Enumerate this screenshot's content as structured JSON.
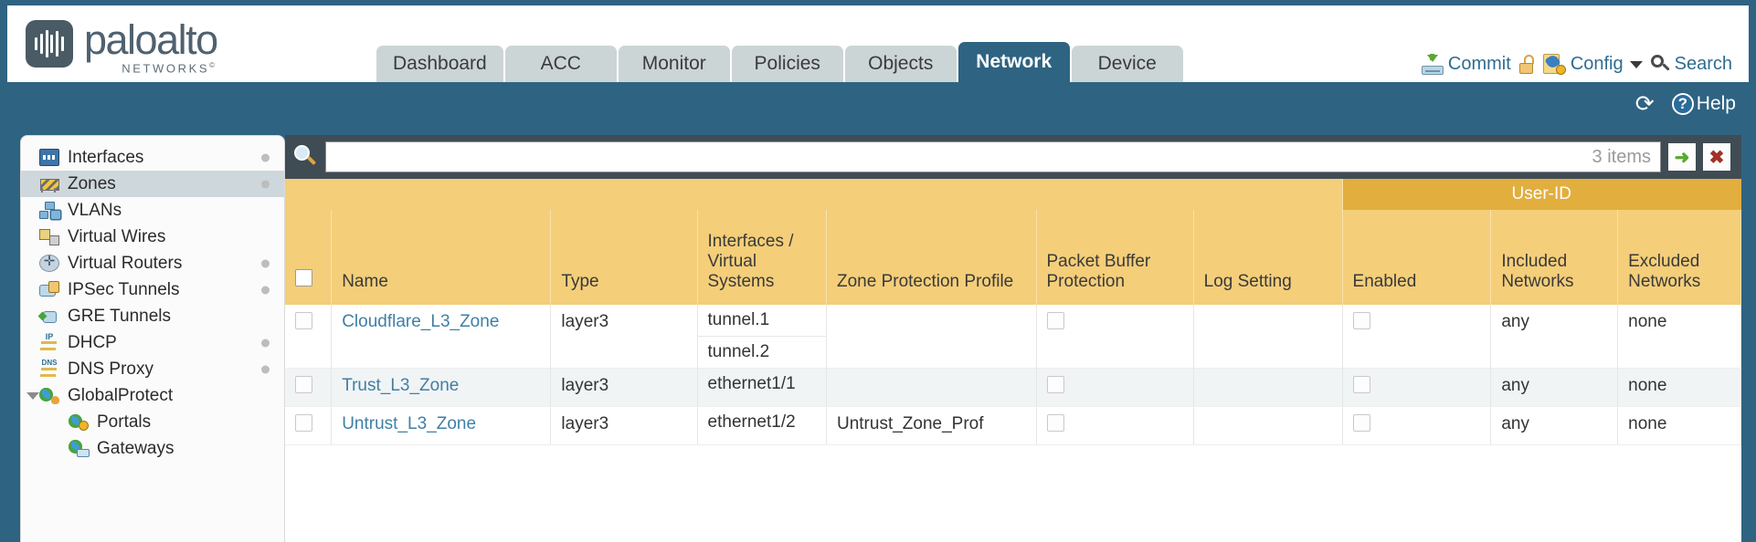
{
  "brand": {
    "name": "paloalto",
    "tagline": "NETWORKS",
    "trademark": "©"
  },
  "tabs": [
    {
      "label": "Dashboard",
      "active": false
    },
    {
      "label": "ACC",
      "active": false
    },
    {
      "label": "Monitor",
      "active": false
    },
    {
      "label": "Policies",
      "active": false
    },
    {
      "label": "Objects",
      "active": false
    },
    {
      "label": "Network",
      "active": true
    },
    {
      "label": "Device",
      "active": false
    }
  ],
  "top_actions": {
    "commit": "Commit",
    "config": "Config",
    "search": "Search",
    "lock_icon": "unlock-icon",
    "commit_icon": "commit-download-icon",
    "config_icon": "config-wrench-icon",
    "search_icon": "search-icon",
    "caret_icon": "chevron-down-icon"
  },
  "band_actions": {
    "refresh_icon": "refresh-icon",
    "refresh_glyph": "⟳",
    "help": "Help",
    "help_glyph": "?"
  },
  "sidebar": {
    "items": [
      {
        "label": "Interfaces",
        "icon": "interfaces-icon",
        "icon_class": "ni-interfaces",
        "selected": false,
        "dot": true,
        "child": false,
        "twisty": false
      },
      {
        "label": "Zones",
        "icon": "zones-icon",
        "icon_class": "ni-zones",
        "selected": true,
        "dot": true,
        "child": false,
        "twisty": false
      },
      {
        "label": "VLANs",
        "icon": "vlans-icon",
        "icon_class": "ni-vlans",
        "selected": false,
        "dot": false,
        "child": false,
        "twisty": false
      },
      {
        "label": "Virtual Wires",
        "icon": "virtual-wires-icon",
        "icon_class": "ni-vwires",
        "selected": false,
        "dot": false,
        "child": false,
        "twisty": false
      },
      {
        "label": "Virtual Routers",
        "icon": "virtual-routers-icon",
        "icon_class": "ni-vrouters",
        "selected": false,
        "dot": true,
        "child": false,
        "twisty": false
      },
      {
        "label": "IPSec Tunnels",
        "icon": "ipsec-tunnels-icon",
        "icon_class": "ni-ipsec",
        "selected": false,
        "dot": true,
        "child": false,
        "twisty": false
      },
      {
        "label": "GRE Tunnels",
        "icon": "gre-tunnels-icon",
        "icon_class": "ni-gre",
        "selected": false,
        "dot": false,
        "child": false,
        "twisty": false
      },
      {
        "label": "DHCP",
        "icon": "dhcp-icon",
        "icon_class": "ni-dhcp",
        "selected": false,
        "dot": true,
        "child": false,
        "twisty": false
      },
      {
        "label": "DNS Proxy",
        "icon": "dns-proxy-icon",
        "icon_class": "ni-dns",
        "selected": false,
        "dot": true,
        "child": false,
        "twisty": false
      },
      {
        "label": "GlobalProtect",
        "icon": "globalprotect-icon",
        "icon_class": "ni-gp",
        "selected": false,
        "dot": false,
        "child": false,
        "twisty": true
      },
      {
        "label": "Portals",
        "icon": "portals-icon",
        "icon_class": "ni-portals",
        "selected": false,
        "dot": false,
        "child": true,
        "twisty": false
      },
      {
        "label": "Gateways",
        "icon": "gateways-icon",
        "icon_class": "ni-gateways",
        "selected": false,
        "dot": false,
        "child": true,
        "twisty": false
      }
    ]
  },
  "search": {
    "value": "",
    "placeholder": "",
    "item_count": "3 items",
    "go_glyph": "➜",
    "close_glyph": "✖"
  },
  "table": {
    "group_header": "User-ID",
    "columns": [
      "Name",
      "Type",
      "Interfaces / Virtual Systems",
      "Zone Protection Profile",
      "Packet Buffer Protection",
      "Log Setting",
      "Enabled",
      "Included Networks",
      "Excluded Networks"
    ],
    "rows": [
      {
        "selected": false,
        "name": "Cloudflare_L3_Zone",
        "type": "layer3",
        "interfaces": [
          "tunnel.1",
          "tunnel.2"
        ],
        "zone_protection_profile": "",
        "packet_buffer_protection": false,
        "log_setting": "",
        "userid_enabled": false,
        "included_networks": "any",
        "excluded_networks": "none"
      },
      {
        "selected": false,
        "name": "Trust_L3_Zone",
        "type": "layer3",
        "interfaces": [
          "ethernet1/1"
        ],
        "zone_protection_profile": "",
        "packet_buffer_protection": false,
        "log_setting": "",
        "userid_enabled": false,
        "included_networks": "any",
        "excluded_networks": "none"
      },
      {
        "selected": false,
        "name": "Untrust_L3_Zone",
        "type": "layer3",
        "interfaces": [
          "ethernet1/2"
        ],
        "zone_protection_profile": "Untrust_Zone_Prof",
        "packet_buffer_protection": false,
        "log_setting": "",
        "userid_enabled": false,
        "included_networks": "any",
        "excluded_networks": "none"
      }
    ]
  },
  "colors": {
    "brand_blue": "#2e6382",
    "header_amber": "#f4ce79",
    "group_amber": "#e2ae3d",
    "link_blue": "#3f7fa6",
    "tab_inactive": "#ccd5d6",
    "searchbar_dark": "#3f4c54"
  }
}
